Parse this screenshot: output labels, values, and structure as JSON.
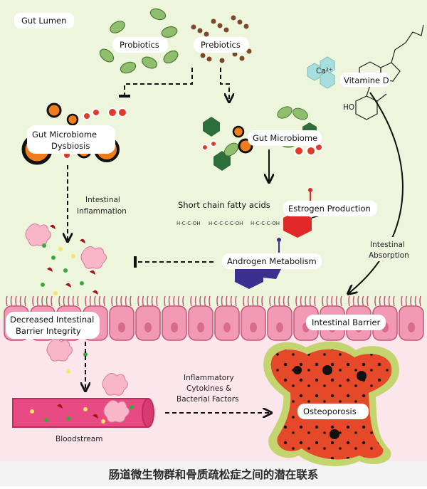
{
  "labels": {
    "gut_lumen": "Gut Lumen",
    "probiotics": "Probiotics",
    "prebiotics": "Prebiotics",
    "calcium": "Ca²⁺",
    "vitamin_d": "Vitamine D",
    "dysbiosis_line1": "Gut Microbiome",
    "dysbiosis_line2": "Dysbiosis",
    "gut_microbiome": "Gut Microbiome",
    "intestinal_inflammation_line1": "Intestinal",
    "intestinal_inflammation_line2": "Inflammation",
    "scfa": "Short chain fatty acids",
    "estrogen": "Estrogen Production",
    "androgen": "Androgen Metabolism",
    "intestinal_absorption_line1": "Intestinal",
    "intestinal_absorption_line2": "Absorption",
    "decreased_barrier_line1": "Decreased Intestinal",
    "decreased_barrier_line2": "Barrier Integrity",
    "intestinal_barrier": "Intestinal Barrier",
    "cytokines_line1": "Inflammatory",
    "cytokines_line2": "Cytokines &",
    "cytokines_line3": "Bacterial Factors",
    "bloodstream": "Bloodstream",
    "osteoporosis": "Osteoporosis",
    "caption": "肠道微生物群和骨质疏松症之间的潜在联系"
  },
  "colors": {
    "lumen_bg": "#eef5dd",
    "tissue_bg": "#fbe6ec",
    "cell_fill": "#f29ab5",
    "bacteria_green": "#8fbf6e",
    "dysbiosis_orange": "#ef7d1e",
    "estrogen_red": "#e02828",
    "androgen_purple": "#3d2f8f",
    "bone_red": "#e5492a",
    "bone_rim": "#c4d46e",
    "calcium_teal": "#a9dede",
    "caption_bg": "#f3f3f3"
  },
  "icons": [
    "probiotic-bacteria-icon",
    "prebiotic-fiber-icon",
    "vitamin-d-molecule-icon",
    "scfa-molecule-icon",
    "estrogen-molecule-icon",
    "androgen-molecule-icon",
    "macrophage-icon",
    "bone-icon",
    "blood-vessel-icon"
  ]
}
